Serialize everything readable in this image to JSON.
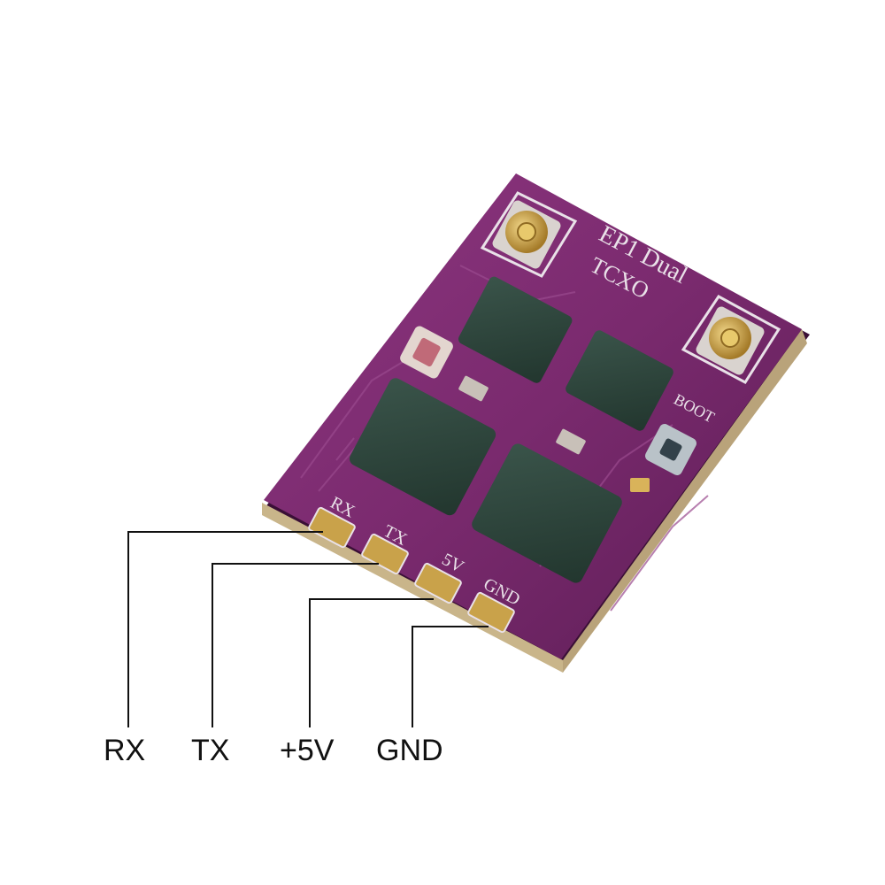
{
  "board": {
    "silkscreen_name": "EP1 Dual",
    "silkscreen_sub": "TCXO",
    "boot_label": "BOOT",
    "pad_labels": [
      "RX",
      "TX",
      "5V",
      "GND"
    ],
    "colors": {
      "pcb": "#7a2a6e",
      "pcb_dark": "#4e1647",
      "pcb_edge": "#3a0f36",
      "chip": "#2b4138",
      "gold": "#c9a24a",
      "silk": "#e9e1e8"
    }
  },
  "pins": {
    "rx": "RX",
    "tx": "TX",
    "vcc": "+5V",
    "gnd": "GND"
  },
  "line_color": "#111111"
}
